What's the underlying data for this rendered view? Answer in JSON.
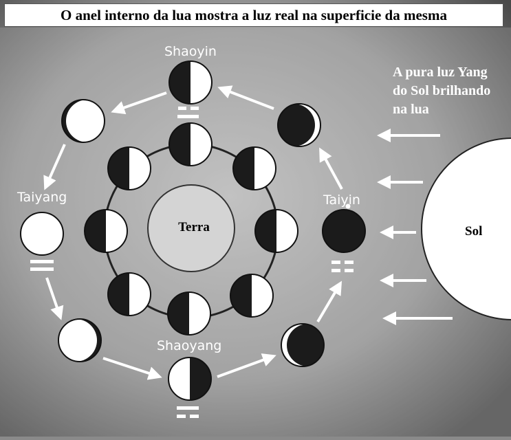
{
  "title": "O anel interno da lua mostra a luz real na superficie da mesma",
  "caption": [
    "A pura luz Yang",
    "do Sol brilhando",
    "na lua"
  ],
  "earth_label": "Terra",
  "sun_label": "Sol",
  "phase_labels": {
    "shaoyin": "Shaoyin",
    "taiyang": "Taiyang",
    "taiyin": "Taiyin",
    "shaoyang": "Shaoyang"
  }
}
